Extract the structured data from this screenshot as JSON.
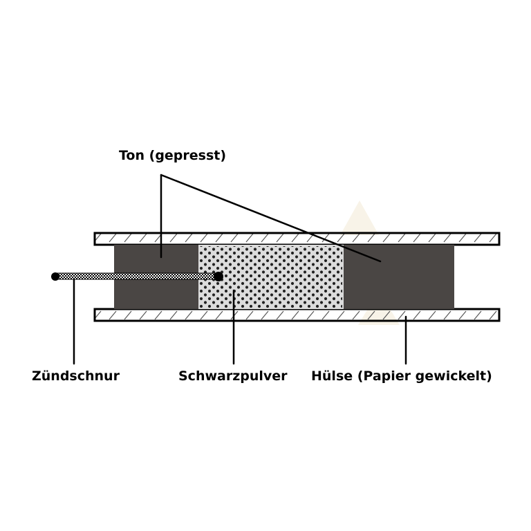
{
  "labels": {
    "clay": "Ton (gepresst)",
    "fuse": "Zündschnur",
    "black_powder": "Schwarzpulver",
    "casing": "Hülse (Papier gewickelt)"
  },
  "colors": {
    "clay_fill": "#4a4644",
    "powder_fill": "#dcdcdc",
    "powder_dots": "#222222",
    "outline": "#000000",
    "background": "#ffffff",
    "watermark": "#f3ead6"
  }
}
